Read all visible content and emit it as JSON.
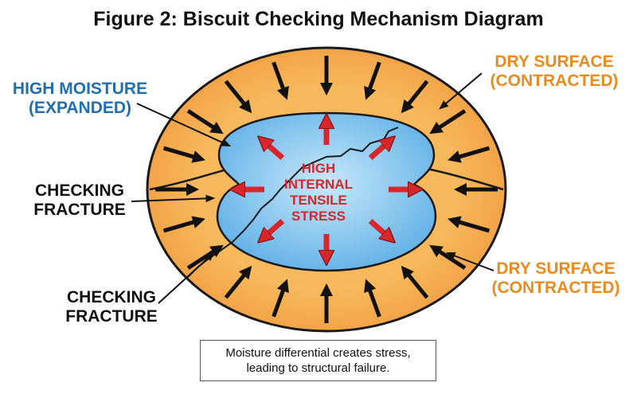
{
  "title": "Figure 2: Biscuit Checking Mechanism Diagram",
  "labels": {
    "high_moisture": [
      "HIGH MOISTURE",
      "(EXPANDED)"
    ],
    "dry_surface_top": [
      "DRY SURFACE",
      "(CONTRACTED)"
    ],
    "dry_surface_bottom": [
      "DRY SURFACE",
      "(CONTRACTED)"
    ],
    "checking_fracture_mid": [
      "CHECKING",
      "FRACTURE"
    ],
    "checking_fracture_bottom": [
      "CHECKING",
      "FRACTURE"
    ],
    "center": [
      "HIGH",
      "INTERNAL",
      "TENSILE",
      "STRESS"
    ]
  },
  "caption": [
    "Moisture differential creates stress,",
    "leading to structural failure."
  ],
  "colors": {
    "outer_fill": "#f6a94a",
    "outer_stroke": "#1a1a1a",
    "inner_fill": "#7fc3ee",
    "inner_highlight": "#bfe3f8",
    "stress_arrow": "#d9262b",
    "compress_arrow": "#111111",
    "moisture_label": "#1f6fae",
    "dry_label": "#e98b1f"
  }
}
